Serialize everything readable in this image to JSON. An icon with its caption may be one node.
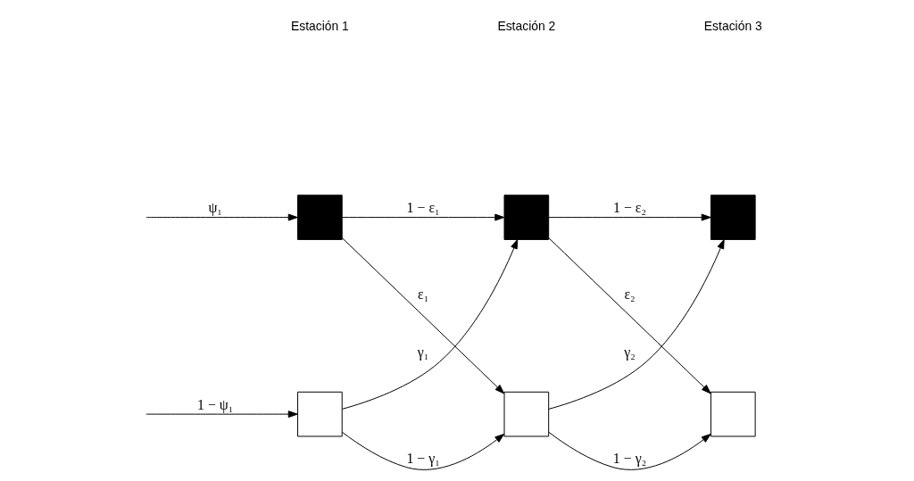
{
  "diagram": {
    "nodes": [
      {
        "text": [],
        "shape": "box"
      },
      {
        "text": [],
        "shape": "box"
      },
      {
        "text": [],
        "shape": "box"
      },
      {
        "text": [],
        "shape": "box"
      },
      {
        "text": [],
        "shape": "box"
      },
      {
        "text": [],
        "shape": "box"
      }
    ],
    "edges": [
      {
        "from": null,
        "to": 0,
        "arrow": "to",
        "label": "ψ₁"
      },
      {
        "from": null,
        "to": 3,
        "arrow": "to",
        "label": "1 − ψ₁"
      },
      {
        "from": 0,
        "to": 1,
        "arrow": "to",
        "label": "1 − ε₁"
      },
      {
        "from": 0,
        "to": 4,
        "arrow": "to",
        "label": "ε₁"
      },
      {
        "from": 3,
        "to": 1,
        "arrow": "to",
        "label": "γ₁"
      },
      {
        "from": 3,
        "to": 4,
        "arrow": "to",
        "label": "1 − γ₁"
      },
      {
        "from": 1,
        "to": 2,
        "arrow": "to",
        "label": "1 − ε₂"
      },
      {
        "from": 1,
        "to": 5,
        "arrow": "to",
        "label": "ε₂"
      },
      {
        "from": 4,
        "to": 2,
        "arrow": "to",
        "label": "γ₂"
      },
      {
        "from": 4,
        "to": 5,
        "arrow": "to",
        "label": "1 − γ₂"
      }
    ],
    "labels": [
      "Estación 1",
      "Estación 2",
      "Estación 3"
    ]
  }
}
